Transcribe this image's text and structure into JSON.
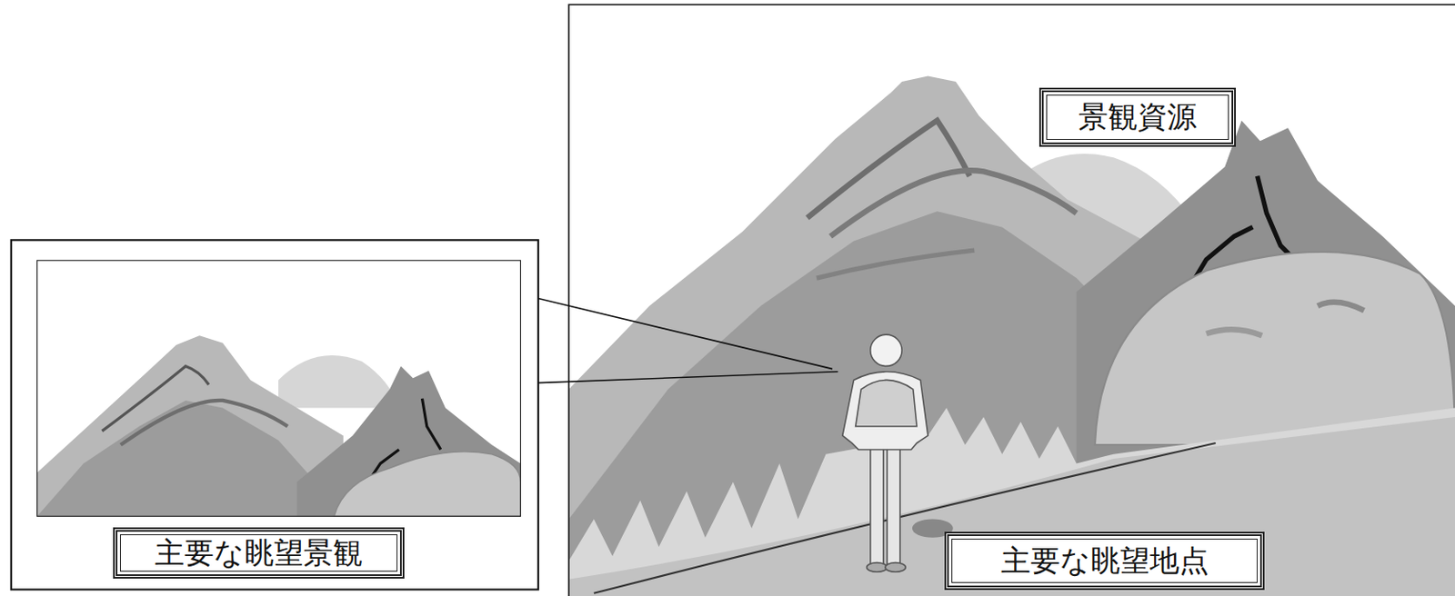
{
  "diagram": {
    "nodes": [
      {
        "text": [
          "主要な眺望景観"
        ]
      },
      {
        "text": [
          "景観資源"
        ]
      },
      {
        "text": [
          "主要な眺望地点"
        ]
      }
    ]
  }
}
